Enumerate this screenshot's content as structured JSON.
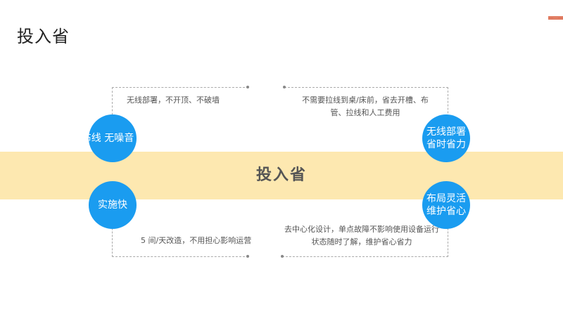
{
  "page": {
    "title": "投入省",
    "corner_tag": "·······"
  },
  "band": {
    "label": "投入省",
    "color": "#fde8b0"
  },
  "features": [
    {
      "circle": "布线 无噪音",
      "desc": "无线部署，不开顶、不破墙"
    },
    {
      "circle": "实施快",
      "desc": "5 间/天改造，不用担心影响运营"
    },
    {
      "circle": "无线部署省时省力",
      "desc": "不需要拉线到桌/床前，省去开槽、布管、拉线和人工费用"
    },
    {
      "circle": "布局灵活维护省心",
      "desc": "去中心化设计，单点故障不影响使用设备运行状态随时了解，维护省心省力"
    }
  ],
  "colors": {
    "circle": "#1a9cf0",
    "dashed_line": "#aaaaaa"
  }
}
